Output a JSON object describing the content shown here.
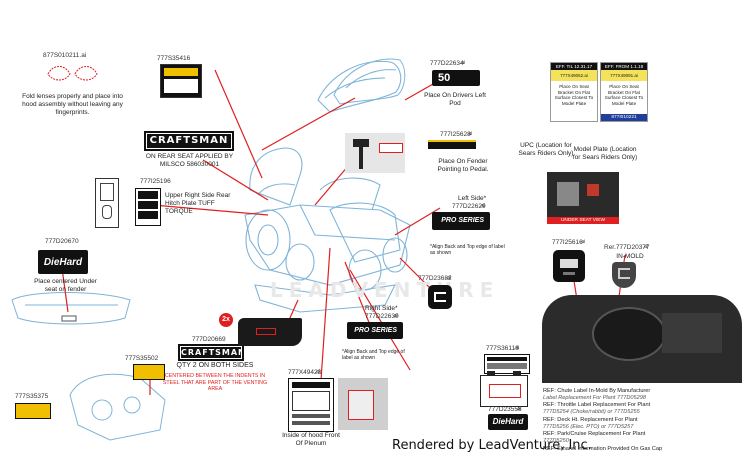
{
  "labels": {
    "lens": {
      "part": "877S010211.ai",
      "note": "Fold lenses properly and place into hood assembly without leaving any fingerprints."
    },
    "decal35416": {
      "part": "777S35416"
    },
    "craftsman_seat": {
      "logo": "CRAFTSMAN",
      "note": "ON REAR SEAT APPLIED BY MILSCO 586030001"
    },
    "hitch": {
      "part": "777I25196",
      "note": "Upper Right Side Rear Hitch Plate TUFF TORQUE"
    },
    "diehard_fender": {
      "part": "777D20670",
      "logo": "DieHard",
      "note": "Place centered Under seat on fender"
    },
    "bubble_2x": "2x",
    "craftsman_sides": {
      "part": "777D20669",
      "logo": "CRAFTSMAN",
      "note": "QTY 2 ON BOTH SIDES",
      "warning": "CENTERED BETWEEN THE INDENTS IN STEEL THAT ARE PART OF THE VENTING AREA"
    },
    "decal35502": {
      "part": "777S35502"
    },
    "decal35375": {
      "part": "777S35375"
    },
    "hood_pod": {
      "part": "777D22634",
      "suffix": ".ai",
      "badge": "50",
      "note": "Place On Drivers Left Pod"
    },
    "fender_pedal": {
      "part": "777I25628",
      "suffix": ".ai",
      "note": "Place On Fender Pointing to Pedal."
    },
    "left_side": {
      "title": "Left Side*",
      "part": "777D22629",
      "suffix": ".ai",
      "badge": "PRO SERIES",
      "note": "*Align Back and Top edge of label as shown"
    },
    "emblem": {
      "part": "777D23682",
      "suffix": ".ai"
    },
    "right_side": {
      "title": "Right Side*",
      "part": "777D22630",
      "suffix": ".ai",
      "badge": "PRO SERIES",
      "note": "*Align Back and Top edge of label as shown"
    },
    "battery": {
      "part": "777S36116",
      "suffix": ".ai",
      "part2": "777D23558",
      "suffix2": ".ai",
      "logo": "DieHard"
    },
    "hood_inside": {
      "part": "777X49423",
      "suffix": ".ai",
      "note": "Inside of hood Front Of Plenum"
    },
    "eff_left": {
      "header": "EFF. TIL 12.31.17",
      "code": "777X49052.ai",
      "note": "Place On Seat Bracket On Flat Surface Closest To Model Plate"
    },
    "eff_right": {
      "header": "EFF. FROM 1.1.18",
      "code": "777X49091.ai",
      "note": "Place On Seat Bracket On Flat Surface Closest To Model Plate",
      "footer": "877I010221"
    },
    "upc": {
      "note": "UPC (Location for Sears Riders Only)"
    },
    "model_plate": {
      "note": "Model Plate (Location for Sears Riders Only)"
    },
    "under_seat": "UNDER SEAT VIEW",
    "gauge": {
      "part": "777I25616",
      "suffix": ".ai"
    },
    "in_mold": {
      "part": "Rer.777D20377",
      "suffix": ".ai",
      "note": "IN-MOLD"
    }
  },
  "refs": [
    {
      "main": "REF: Chute Label In-Mold By Manufacturer",
      "sub": "Label Replacement For Plant 777D05298"
    },
    {
      "main": "REF: Throttle Label Replacement For Plant",
      "sub": "777D5254 (Choke/rabbit) or 777D5255"
    },
    {
      "main": "REF: Deck Ht. Replacement For Plant",
      "sub": "777D5256 (Elec. PTO) or 777D5257"
    },
    {
      "main": "REF: Park/Cruise Replacement For Plant",
      "sub": "777D5250"
    },
    {
      "main": "REF: Ethanol Information Provided On Gas Cap",
      "sub": ""
    }
  ],
  "watermark": "LEADVENTURE",
  "footer": "Rendered by LeadVenture, Inc.",
  "colors": {
    "accent_red": "#e02020",
    "label_black": "#111111",
    "eff_yellow": "#f3e25a",
    "eff_blue": "#1f3f9a"
  }
}
